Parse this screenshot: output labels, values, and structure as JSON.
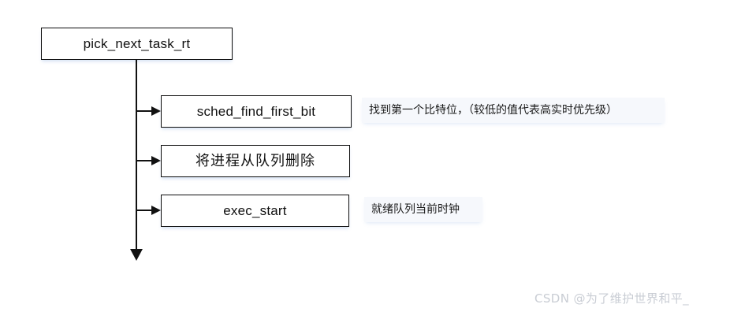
{
  "diagram": {
    "title_node": {
      "label": "pick_next_task_rt"
    },
    "steps": [
      {
        "label": "sched_find_first_bit",
        "annotation": "找到第一个比特位，（较低的值代表高实时优先级）"
      },
      {
        "label": "将进程从队列删除",
        "annotation": ""
      },
      {
        "label": "exec_start",
        "annotation": "就绪队列当前时钟"
      }
    ],
    "colors": {
      "box_border": "#0d0d0d",
      "box_fill": "#ffffff",
      "connector": "#111111",
      "annotation_fill": "#f6f8fc",
      "shadow_tint": "#7ba0dc",
      "watermark_text": "#c9cdd4"
    }
  },
  "watermark": {
    "text": "CSDN @为了维护世界和平_"
  }
}
